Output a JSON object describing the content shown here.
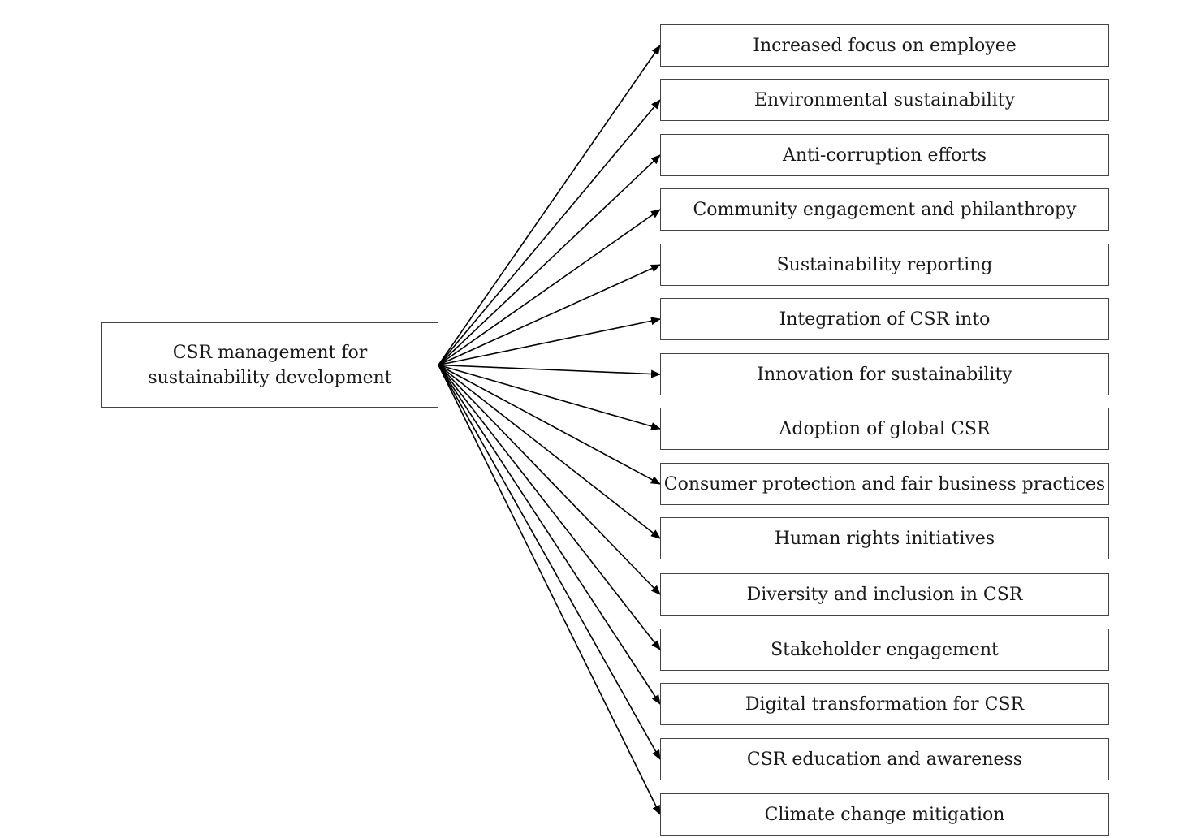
{
  "diagram": {
    "source": {
      "label": "CSR management for sustainability development"
    },
    "targets": [
      {
        "label": "Increased focus on employee"
      },
      {
        "label": "Environmental sustainability"
      },
      {
        "label": "Anti-corruption efforts"
      },
      {
        "label": "Community engagement and philanthropy"
      },
      {
        "label": "Sustainability reporting"
      },
      {
        "label": "Integration of CSR into"
      },
      {
        "label": "Innovation for sustainability"
      },
      {
        "label": "Adoption of global CSR"
      },
      {
        "label": "Consumer protection and fair business practices"
      },
      {
        "label": "Human rights initiatives"
      },
      {
        "label": "Diversity and inclusion in CSR"
      },
      {
        "label": "Stakeholder engagement"
      },
      {
        "label": "Digital transformation for CSR"
      },
      {
        "label": "CSR education and awareness"
      },
      {
        "label": "Climate change mitigation"
      }
    ]
  }
}
